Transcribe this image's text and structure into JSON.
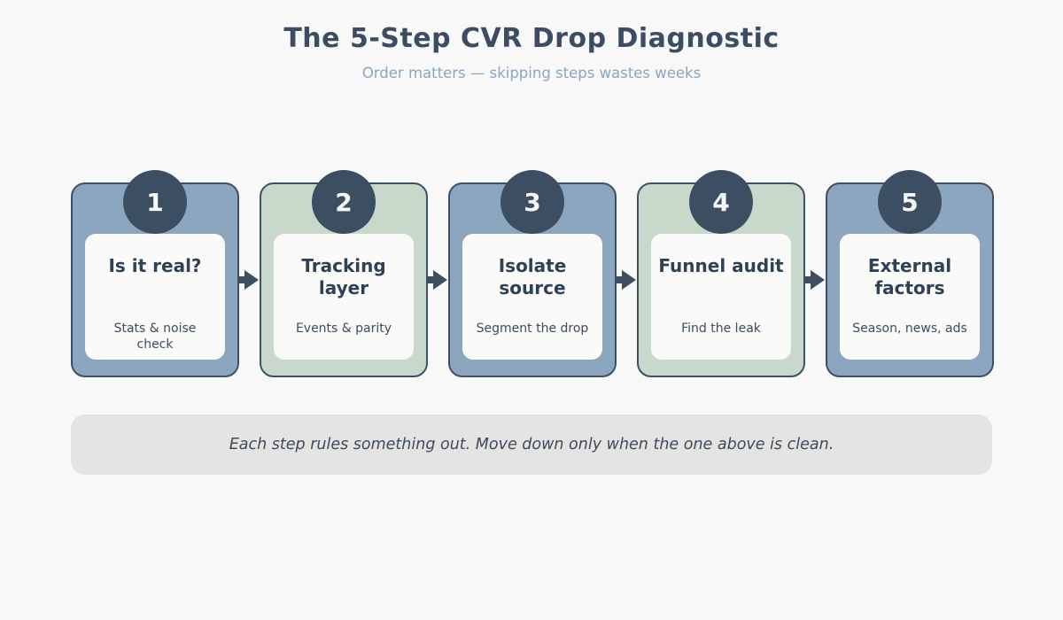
{
  "header": {
    "title": "The 5-Step CVR Drop Diagnostic",
    "subtitle": "Order matters — skipping steps wastes weeks"
  },
  "steps": [
    {
      "number": "1",
      "title": "Is it real?",
      "subtitle": "Stats & noise check",
      "variant": "blue"
    },
    {
      "number": "2",
      "title": "Tracking layer",
      "subtitle": "Events & parity",
      "variant": "green"
    },
    {
      "number": "3",
      "title": "Isolate source",
      "subtitle": "Segment the drop",
      "variant": "blue"
    },
    {
      "number": "4",
      "title": "Funnel audit",
      "subtitle": "Find the leak",
      "variant": "green"
    },
    {
      "number": "5",
      "title": "External factors",
      "subtitle": "Season, news, ads",
      "variant": "blue"
    }
  ],
  "footer": {
    "note": "Each step rules something out. Move down only when the one above is clean."
  },
  "colors": {
    "page_background": "#f7f8f7",
    "title_text": "#3b4c63",
    "subtitle_text": "#8aa6c2",
    "card_blue": "#8ca6bf",
    "card_green": "#c8d8ca",
    "card_border": "#3d5065",
    "number_circle": "#3c4e62",
    "inner_panel": "#fafaf8",
    "step_title_text": "#2e4156",
    "arrow": "#3d4e61",
    "footer_background": "#e5e4e2",
    "footer_text": "#3c4b5e"
  }
}
